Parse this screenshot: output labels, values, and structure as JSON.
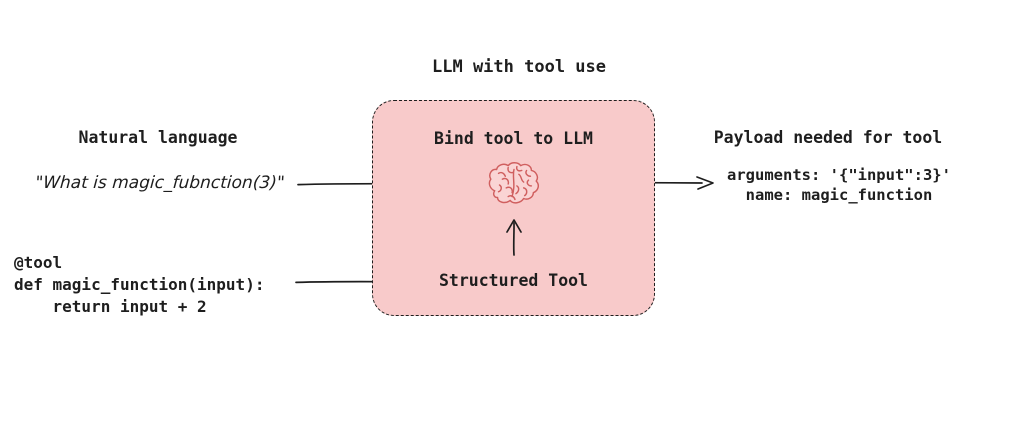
{
  "title": "LLM with tool use",
  "left": {
    "heading": "Natural language",
    "query": "\"What is magic_fubnction(3)\"",
    "code": "@tool\ndef magic_function(input):\n    return input + 2"
  },
  "box": {
    "heading": "Bind tool to LLM",
    "icon": "brain-icon",
    "tool_label": "Structured Tool"
  },
  "right": {
    "heading": "Payload needed for tool",
    "payload": "arguments: '{\"input\":3}'\n  name: magic_function"
  },
  "colors": {
    "box_fill": "#f8caca",
    "stroke": "#1e1e1e",
    "text": "#1e1e1e",
    "brain_stroke": "#d05f5f",
    "brain_fill": "#fad4d4"
  }
}
